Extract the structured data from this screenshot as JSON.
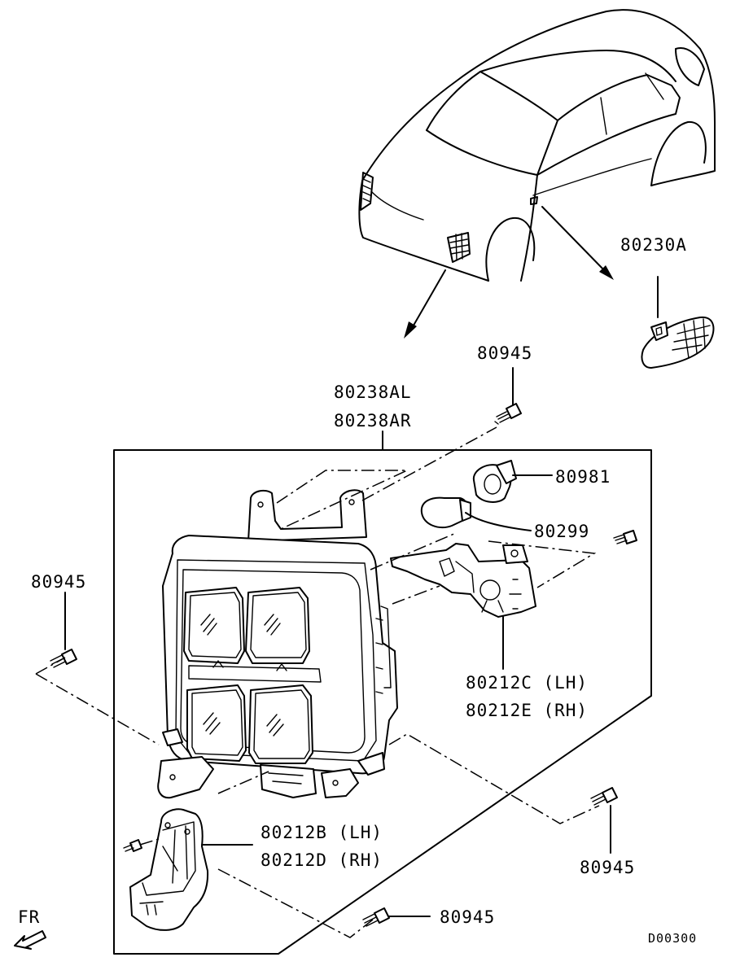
{
  "parts": {
    "p80230A": "80230A",
    "p80945_top": "80945",
    "p80238AL": "80238AL",
    "p80238AR": "80238AR",
    "p80981": "80981",
    "p80299": "80299",
    "p80945_left": "80945",
    "p80212C": "80212C (LH)",
    "p80212E": "80212E (RH)",
    "p80212B": "80212B (LH)",
    "p80212D": "80212D (RH)",
    "p80945_right": "80945",
    "p80945_bottom": "80945"
  },
  "direction_label": "FR",
  "diagram_code": "D00300"
}
